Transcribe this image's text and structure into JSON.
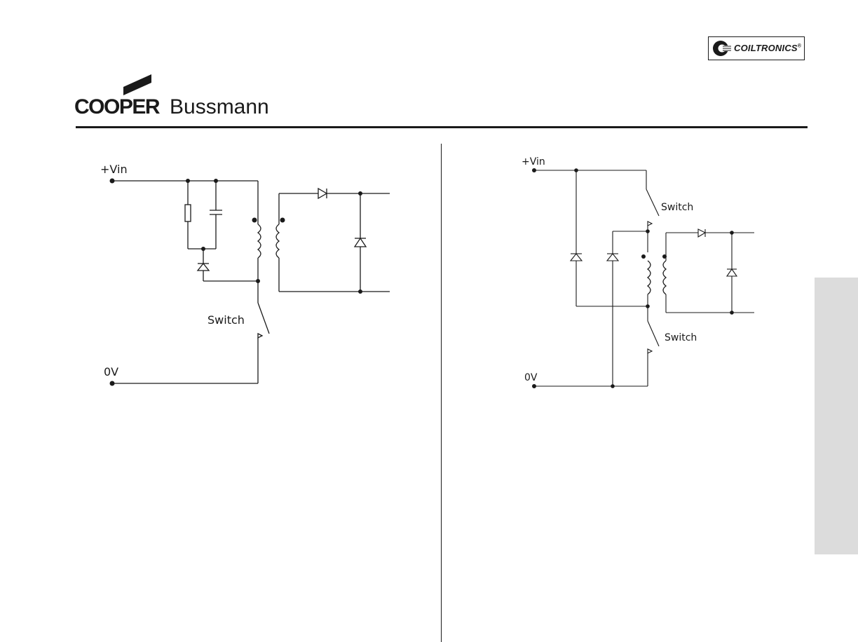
{
  "header": {
    "brand_primary": "COOPER",
    "brand_secondary": "Bussmann",
    "badge_text": "COILTRONICS",
    "badge_reg": "®"
  },
  "left_diagram": {
    "vin_label": "+Vin",
    "zero_label": "0V",
    "switch_label": "Switch"
  },
  "right_diagram": {
    "vin_label": "+Vin",
    "zero_label": "0V",
    "switch_top_label": "Switch",
    "switch_bottom_label": "Switch"
  },
  "colors": {
    "ink": "#1a1a1a",
    "side_tab": "#dcdcdc"
  }
}
